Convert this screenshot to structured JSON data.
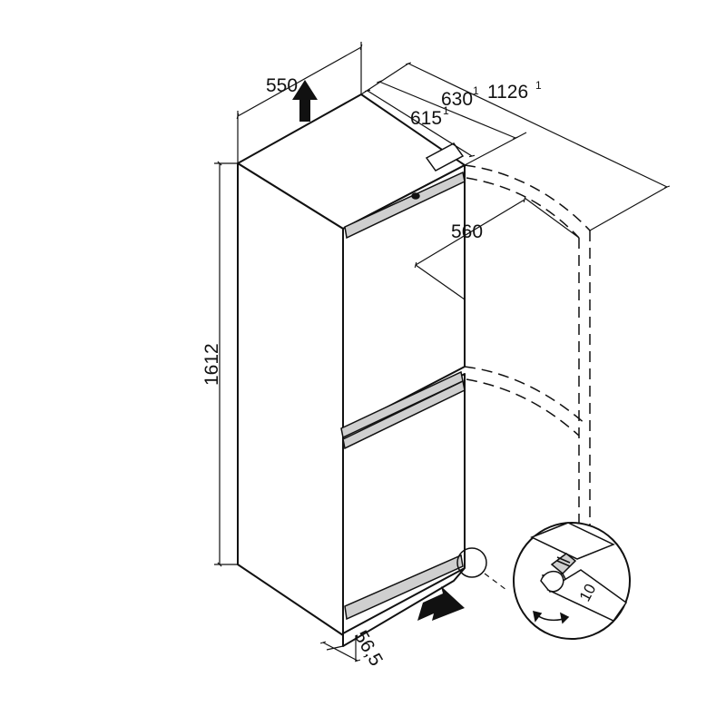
{
  "diagram": {
    "dimensions": {
      "width": "550",
      "depth_overall": "630",
      "depth_overall_note": "1",
      "depth_with_door_open": "1126",
      "depth_with_door_open_note": "1",
      "depth_body": "615",
      "depth_body_note": "1",
      "door_width": "560",
      "height": "1612",
      "side_clearance": "56,5",
      "wrench_size": "10"
    },
    "colors": {
      "line": "#111111",
      "background": "#ffffff",
      "handle_fill": "#cfcfcf",
      "arrow": "#111111"
    },
    "icons": [
      "up-arrow-icon",
      "right-arrow-icon",
      "rotate-arrow-icon",
      "wrench-icon",
      "adjustable-foot-icon"
    ]
  }
}
